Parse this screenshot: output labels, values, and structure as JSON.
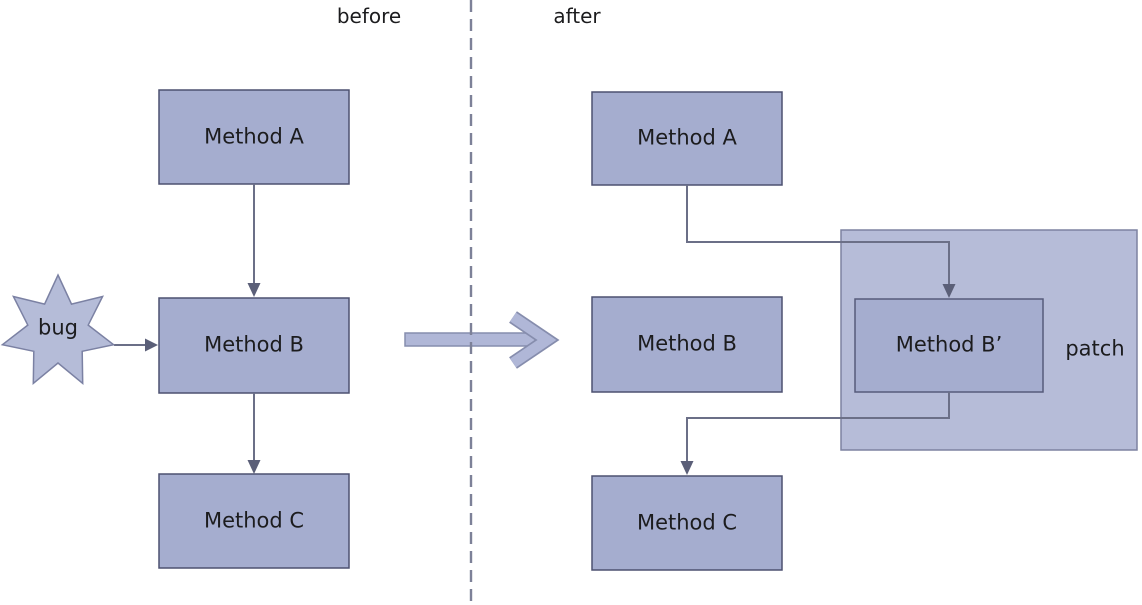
{
  "panels": {
    "before": {
      "label": "before",
      "boxes": [
        "Method A",
        "Method B",
        "Method C"
      ],
      "bug_label": "bug"
    },
    "after": {
      "label": "after",
      "boxes": [
        "Method A",
        "Method B",
        "Method C"
      ],
      "patched_box_label": "Method B’",
      "patch_label": "patch"
    }
  },
  "icons": {
    "bug_star": "7-pointed-star-burst",
    "transform_arrow": "block-arrow-right",
    "flow_arrows": "elbow-connectors-with-triangle-heads"
  },
  "colors": {
    "box_fill": "#a5adcf",
    "box_border": "#4d5170",
    "patch_fill": "#b6bcd8",
    "patch_border": "#7d82a1",
    "connector_line": "#6b6f87",
    "arrowhead": "#5b5f78",
    "divider_dash": "#7d8198",
    "big_arrow_fill": "#b0b7d7",
    "big_arrow_border": "#868dad",
    "star_fill": "#b5bcd8",
    "star_border": "#7b81a3",
    "text": "#1c1c1e",
    "background": "#ffffff"
  }
}
